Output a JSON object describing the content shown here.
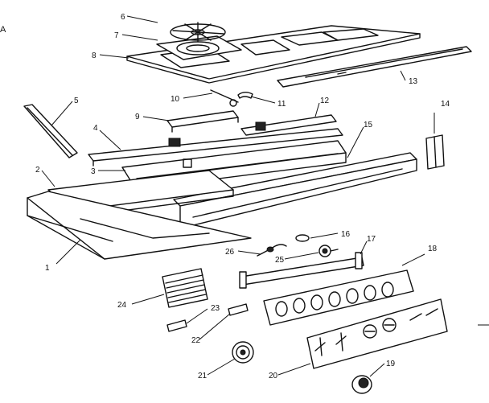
{
  "callouts": [
    {
      "id": "1",
      "label": "1"
    },
    {
      "id": "2",
      "label": "2"
    },
    {
      "id": "3",
      "label": "3"
    },
    {
      "id": "4",
      "label": "4"
    },
    {
      "id": "5",
      "label": "5"
    },
    {
      "id": "6",
      "label": "6"
    },
    {
      "id": "7",
      "label": "7"
    },
    {
      "id": "8",
      "label": "8"
    },
    {
      "id": "9",
      "label": "9"
    },
    {
      "id": "10",
      "label": "10"
    },
    {
      "id": "11",
      "label": "11"
    },
    {
      "id": "12",
      "label": "12"
    },
    {
      "id": "13",
      "label": "13"
    },
    {
      "id": "14",
      "label": "14"
    },
    {
      "id": "15",
      "label": "15"
    },
    {
      "id": "16",
      "label": "16"
    },
    {
      "id": "17",
      "label": "17"
    },
    {
      "id": "18",
      "label": "18"
    },
    {
      "id": "19",
      "label": "19"
    },
    {
      "id": "20",
      "label": "20"
    },
    {
      "id": "21",
      "label": "21"
    },
    {
      "id": "22",
      "label": "22"
    },
    {
      "id": "23",
      "label": "23"
    },
    {
      "id": "24",
      "label": "24"
    },
    {
      "id": "25",
      "label": "25"
    },
    {
      "id": "26",
      "label": "26"
    }
  ],
  "edge_marker": "A"
}
